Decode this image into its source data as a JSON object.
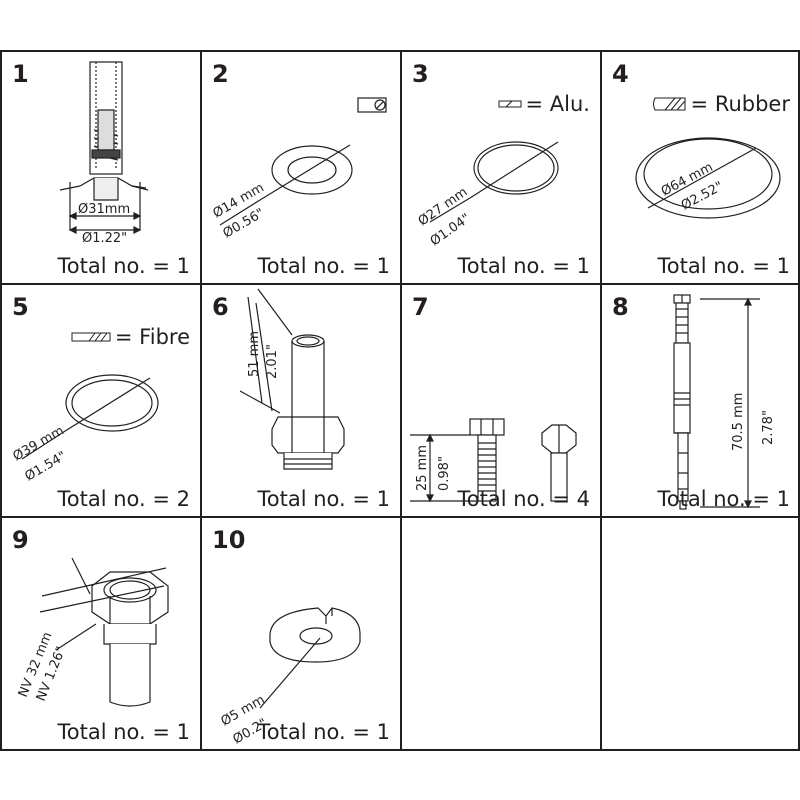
{
  "cells": [
    {
      "number": "1",
      "total": "Total no. = 1",
      "dims": [
        "Ø31mm",
        "Ø1.22\""
      ]
    },
    {
      "number": "2",
      "total": "Total no. = 1",
      "dims": [
        "Ø14 mm",
        "Ø0.56\""
      ]
    },
    {
      "number": "3",
      "total": "Total no. = 1",
      "legend": "= Alu.",
      "dims": [
        "Ø27 mm",
        "Ø1.04\""
      ]
    },
    {
      "number": "4",
      "total": "Total no. = 1",
      "legend": "= Rubber",
      "dims": [
        "Ø64 mm",
        "Ø2.52\""
      ]
    },
    {
      "number": "5",
      "total": "Total no. = 2",
      "legend": "= Fibre",
      "dims": [
        "Ø39 mm",
        "Ø1.54\""
      ]
    },
    {
      "number": "6",
      "total": "Total no. = 1",
      "dims": [
        "51 mm",
        "2.01\""
      ]
    },
    {
      "number": "7",
      "total": "Total no. = 4",
      "dims": [
        "25 mm",
        "0.98\""
      ]
    },
    {
      "number": "8",
      "total": "Total no. = 1",
      "dims": [
        "70.5 mm",
        "2.78\""
      ]
    },
    {
      "number": "9",
      "total": "Total no. = 1",
      "dims": [
        "NV 32 mm",
        "NV 1.26\""
      ]
    },
    {
      "number": "10",
      "total": "Total no. = 1",
      "dims": [
        "Ø5 mm",
        "Ø0.2\""
      ]
    }
  ]
}
